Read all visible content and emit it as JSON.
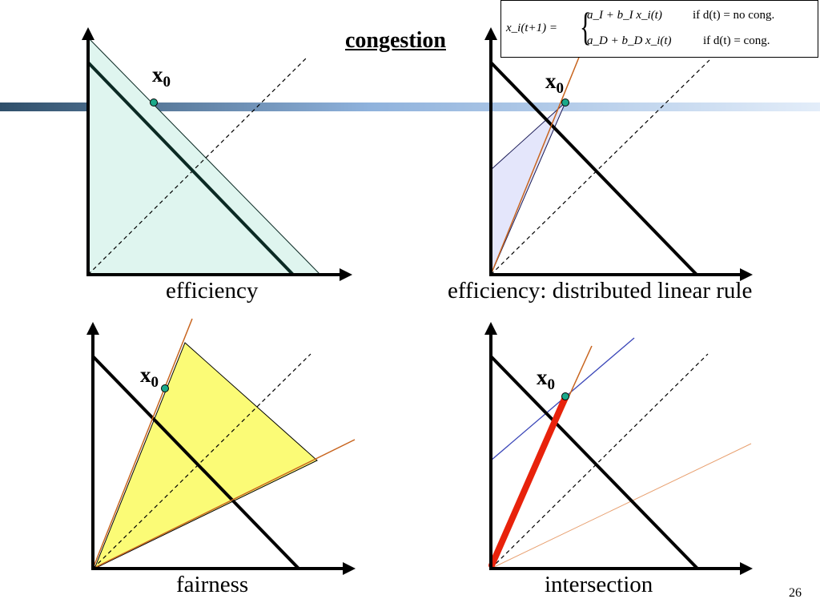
{
  "slide": {
    "title": "congestion",
    "page_number": "26",
    "point_label": "x",
    "point_label_sub": "0",
    "formula": {
      "lhs": "x_i(t+1) =",
      "row1_expr": "a_I + b_I x_i(t)",
      "row1_cond": "if  d(t) = no cong.",
      "row2_expr": "a_D + b_D x_i(t)",
      "row2_cond": "if d(t) = cong."
    },
    "panels": [
      {
        "caption": "efficiency"
      },
      {
        "caption": "efficiency: distributed linear rule"
      },
      {
        "caption": "fairness"
      },
      {
        "caption": "intersection"
      }
    ]
  },
  "colors": {
    "band_dark": "#2f4f6a",
    "band_light": "#c9dcf3",
    "efficiency_fill": "#dff5ef",
    "linear_rule_fill": "#e4e6fb",
    "fairness_fill": "#fbfb6a",
    "ray": "#c8641e",
    "intersection_segment": "#e8220b",
    "blue_line": "#3a46b8",
    "point": "#1aa98a"
  }
}
